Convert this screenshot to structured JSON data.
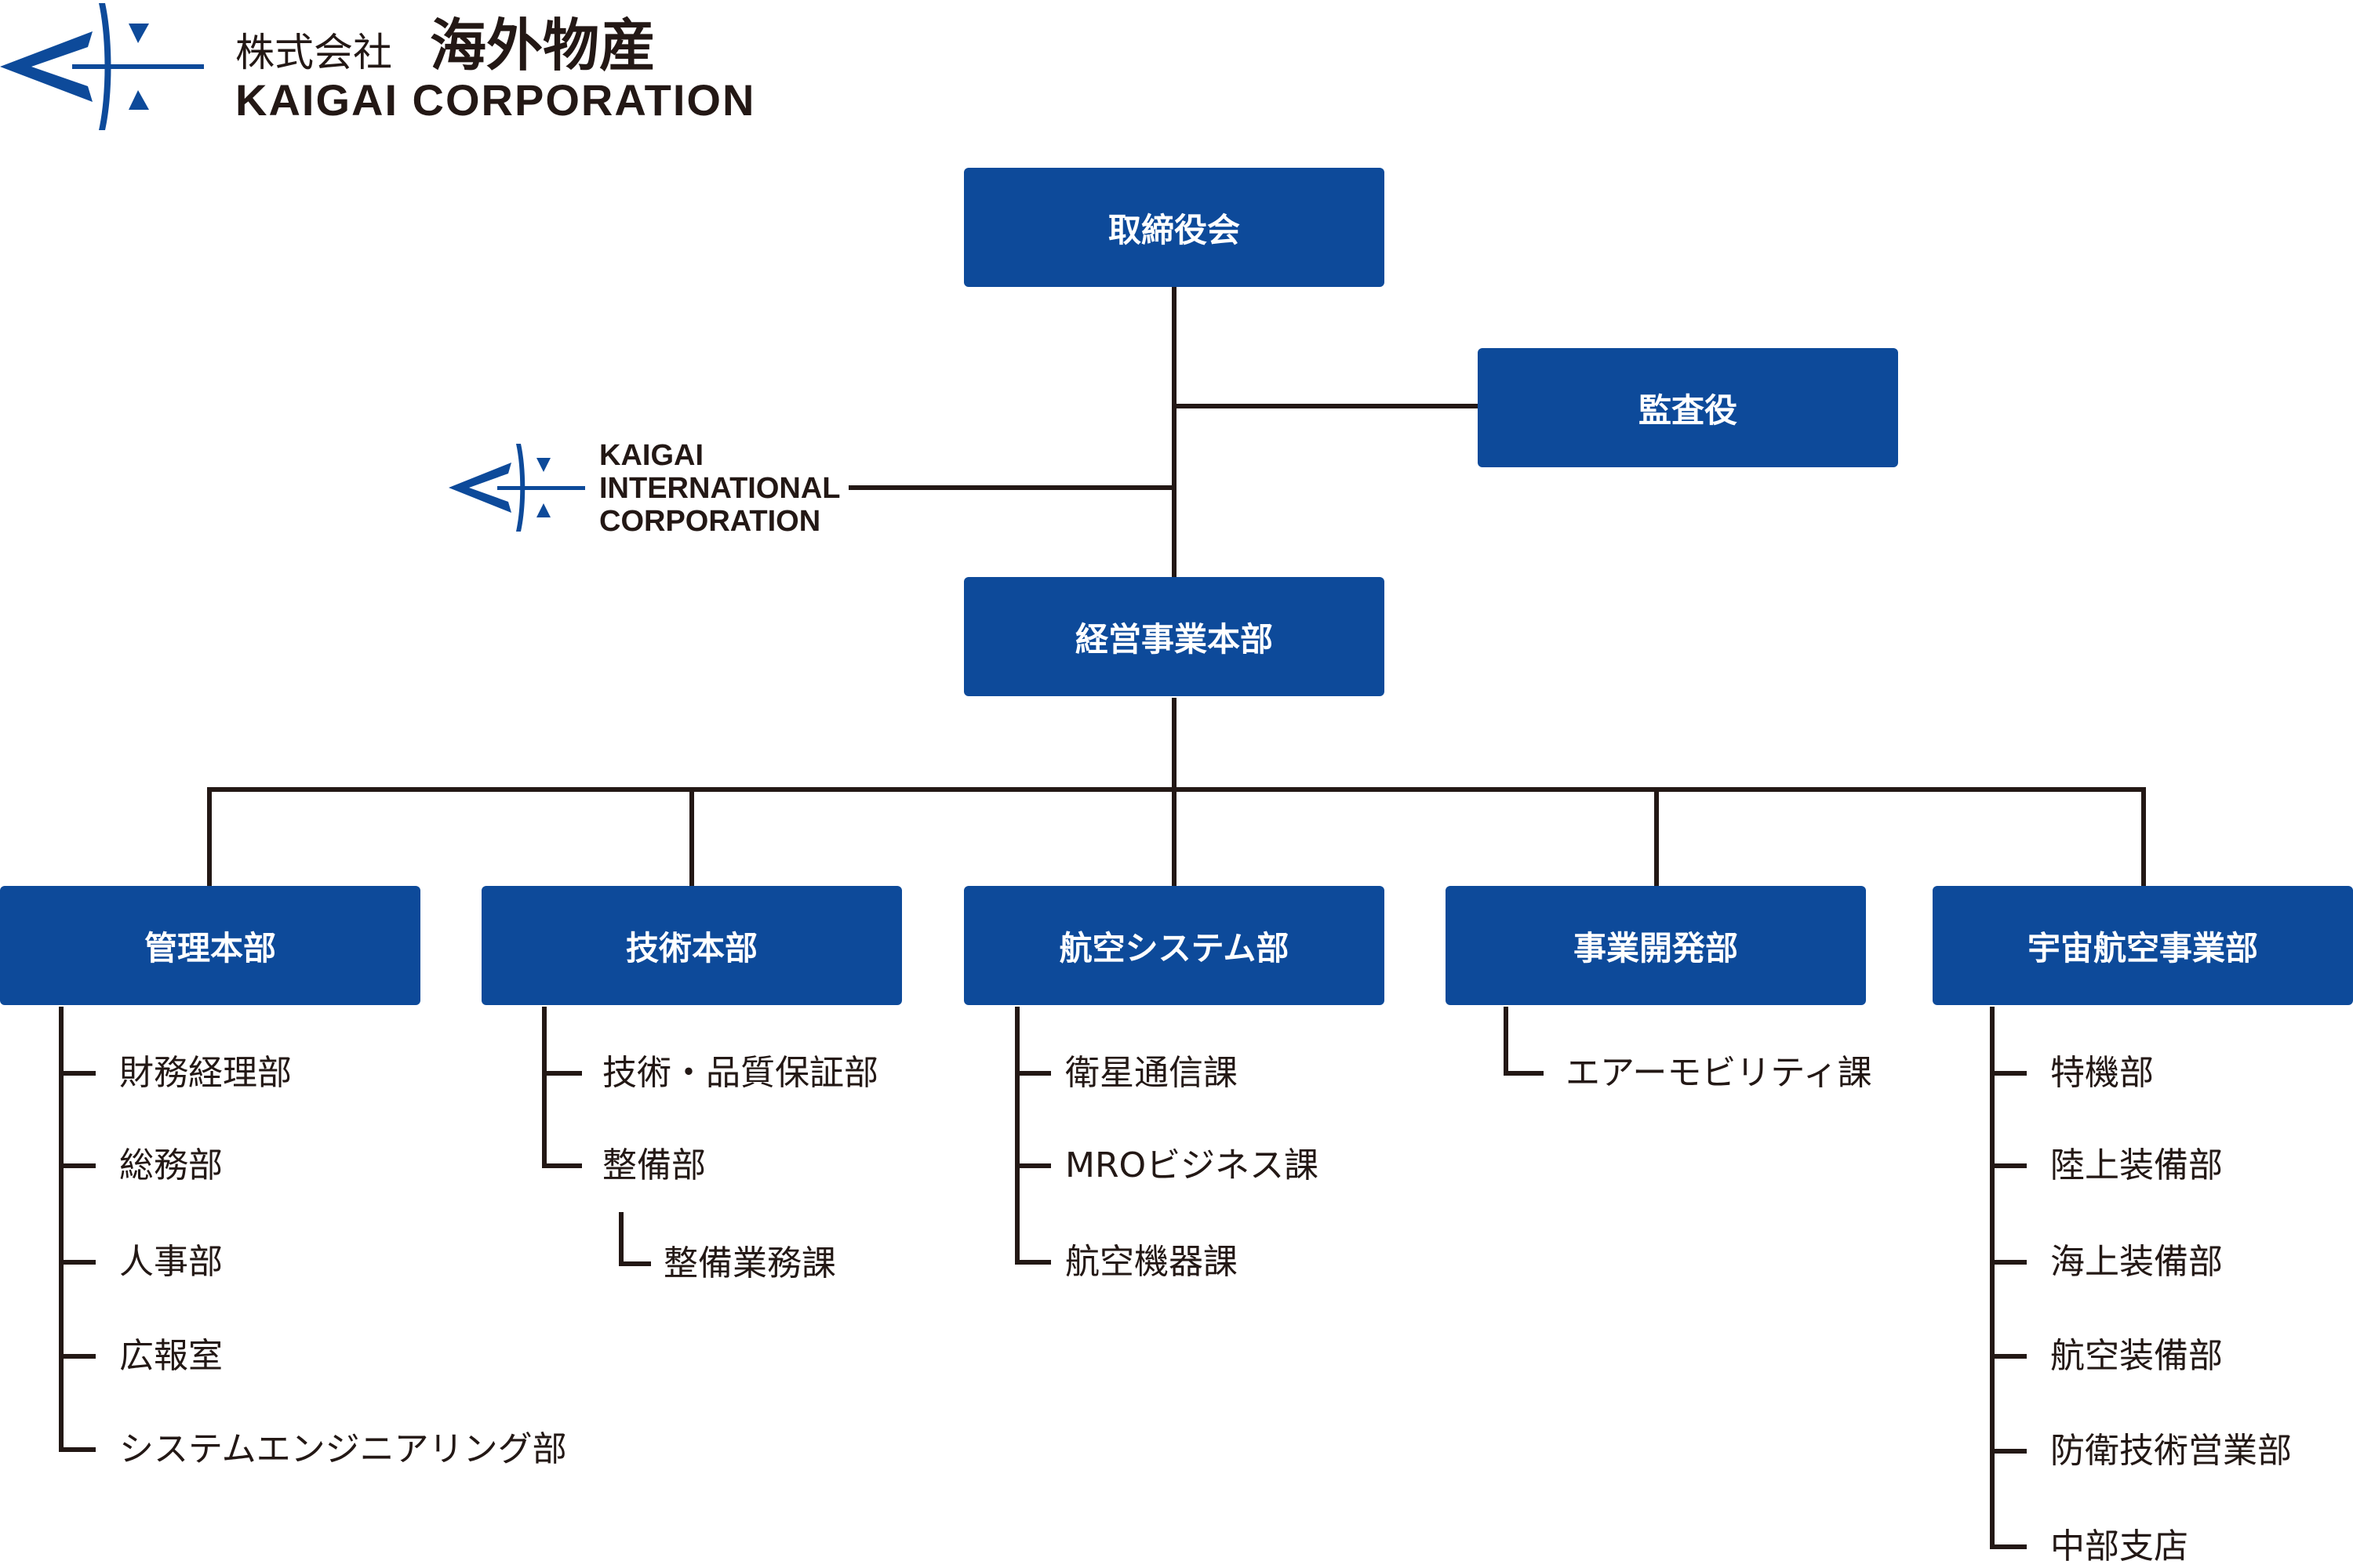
{
  "header": {
    "company_jp_prefix": "株式会社",
    "company_jp_name": "海外物産",
    "company_en": "KAIGAI  CORPORATION"
  },
  "affiliate": {
    "line1": "KAIGAI",
    "line2": "INTERNATIONAL",
    "line3": "CORPORATION"
  },
  "top": {
    "board": "取締役会",
    "auditor": "監査役",
    "hq": "経営事業本部"
  },
  "divisions": [
    {
      "name": "管理本部",
      "children": [
        "財務経理部",
        "総務部",
        "人事部",
        "広報室",
        "システムエンジニアリング部"
      ]
    },
    {
      "name": "技術本部",
      "children": [
        "技術・品質保証部",
        "整備部"
      ],
      "sub": "整備業務課"
    },
    {
      "name": "航空システム部",
      "children": [
        "衛星通信課",
        "MROビジネス課",
        "航空機器課"
      ]
    },
    {
      "name": "事業開発部",
      "children": [
        "エアーモビリティ課"
      ]
    },
    {
      "name": "宇宙航空事業部",
      "children": [
        "特機部",
        "陸上装備部",
        "海上装備部",
        "航空装備部",
        "防衛技術営業部",
        "中部支店"
      ]
    }
  ],
  "colors": {
    "box": "#0d4a9a",
    "line": "#231815",
    "logo_blue": "#0d4a9a"
  },
  "icons": {
    "logo": "kaigai-logo-mark"
  }
}
